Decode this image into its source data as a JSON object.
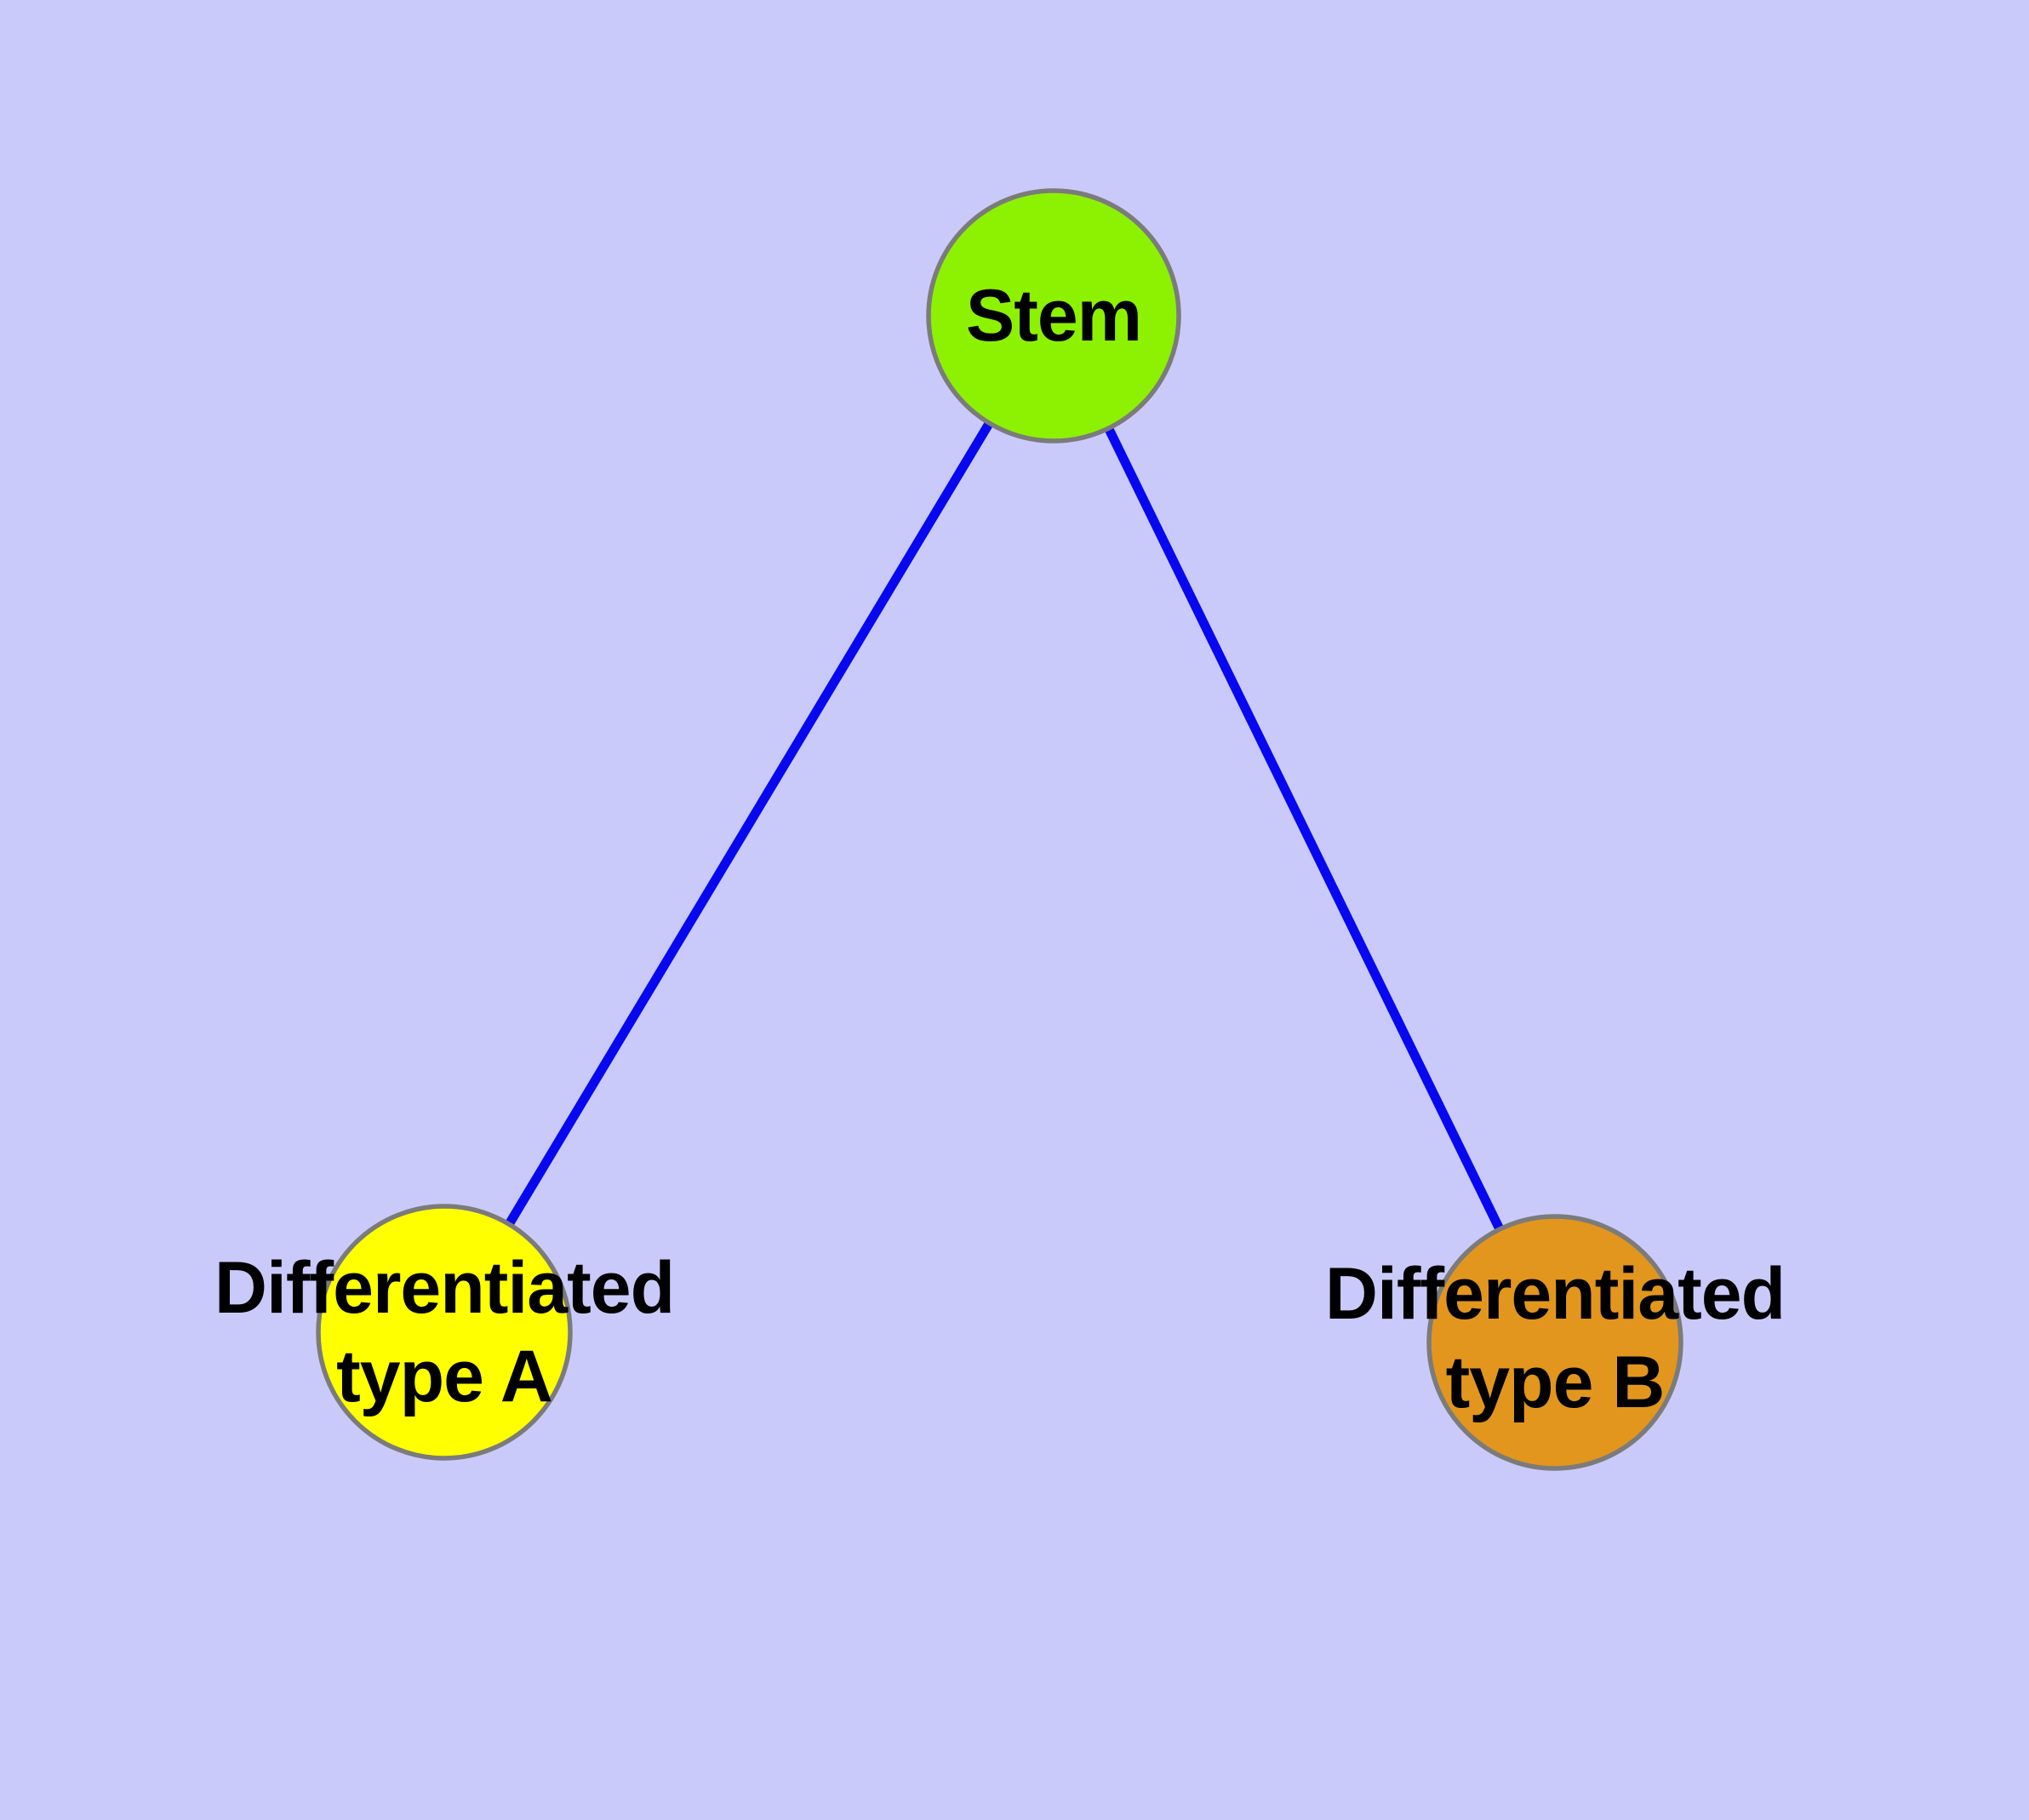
{
  "diagram": {
    "background_color": "#CACAFA",
    "edge_color": "#0808F0",
    "node_border_color": "#7B7B7B",
    "label_color": "#000000",
    "nodes": {
      "stem": {
        "label": "Stem",
        "fill": "#8DF202"
      },
      "type_a": {
        "label_lines": [
          "Differentiated",
          "type A"
        ],
        "fill": "#FFFF00"
      },
      "type_b": {
        "label_lines": [
          "Differentiated",
          "type B"
        ],
        "fill": "#E2961E"
      }
    },
    "edges": [
      {
        "from": "stem",
        "to": "type_a"
      },
      {
        "from": "stem",
        "to": "type_b"
      }
    ]
  }
}
